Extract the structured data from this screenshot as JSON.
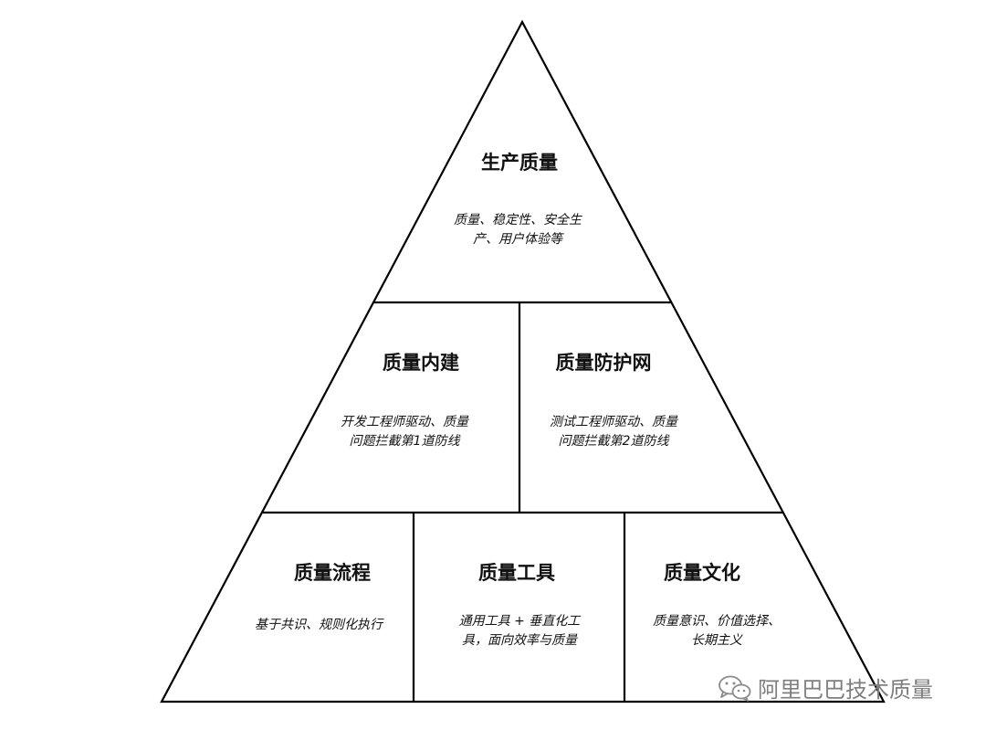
{
  "colors": {
    "stroke": "#000000",
    "text": "#111111",
    "watermark": "#7f7f7f"
  },
  "tiers": [
    {
      "blocks": [
        {
          "title": "生产质量",
          "desc": [
            "质量、稳定性、安全生",
            "产、用户体验等"
          ]
        }
      ]
    },
    {
      "blocks": [
        {
          "title": "质量内建",
          "desc": [
            "开发工程师驱动、质量",
            "问题拦截第1道防线"
          ]
        },
        {
          "title": "质量防护网",
          "desc": [
            "测试工程师驱动、质量",
            "问题拦截第2道防线"
          ]
        }
      ]
    },
    {
      "blocks": [
        {
          "title": "质量流程",
          "desc": [
            "基于共识、规则化执行"
          ]
        },
        {
          "title": "质量工具",
          "desc": [
            "通用工具 + 垂直化工",
            "具，面向效率与质量"
          ]
        },
        {
          "title": "质量文化",
          "desc": [
            "质量意识、价值选择、",
            "长期主义"
          ]
        }
      ]
    }
  ],
  "watermark": {
    "icon": "wechat-icon",
    "text": "阿里巴巴技术质量"
  }
}
